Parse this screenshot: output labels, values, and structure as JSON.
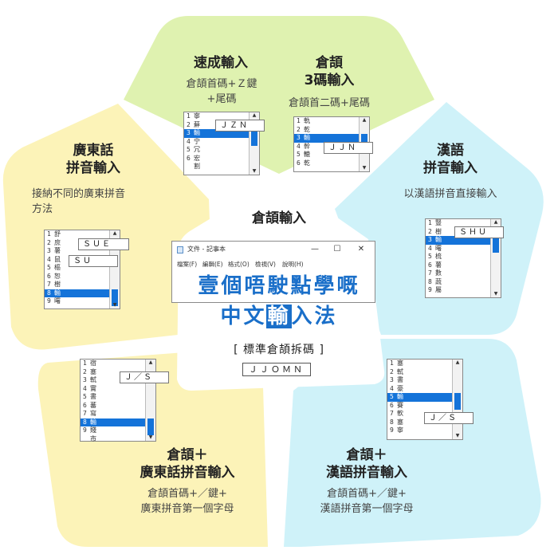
{
  "colors": {
    "green": "#dff2b0",
    "blue": "#cff2f9",
    "yellow": "#fcf3b8",
    "center_bg": "#ffffff",
    "accent": "#1a6fc9",
    "selection": "#1473d9"
  },
  "panels": {
    "quick": {
      "title_lines": [
        "速成輸入"
      ],
      "desc_lines": [
        "倉頡首碼+Ｚ鍵",
        "+尾碼"
      ],
      "list": {
        "nums": [
          "1",
          "2",
          "3",
          "4",
          "5",
          "6"
        ],
        "chars": [
          "寧",
          "蘚",
          "輸",
          "宁",
          "冗",
          "宏",
          "割"
        ],
        "selected_index": 2
      },
      "composition": "ＪＺＮ"
    },
    "cangjie3": {
      "title_lines": [
        "倉頡",
        "3碼輸入"
      ],
      "desc_lines": [
        "倉頡首二碼+尾碼"
      ],
      "list": {
        "nums": [
          "1",
          "2",
          "3",
          "4",
          "5",
          "6"
        ],
        "chars": [
          "軌",
          "乾",
          "輸",
          "幹",
          "轆",
          "乾"
        ],
        "selected_index": 2
      },
      "composition": "ＪＪＮ"
    },
    "cantonese": {
      "title_lines": [
        "廣東話",
        "拼音輸入"
      ],
      "desc_lines": [
        "接納不同的廣東拼音",
        "方法"
      ],
      "list": {
        "nums": [
          "1",
          "2",
          "3",
          "4",
          "5",
          "6",
          "7",
          "8",
          "9"
        ],
        "chars": [
          "舒",
          "庶",
          "薯",
          "鼠",
          "樞",
          "恕",
          "樹",
          "輸",
          "曙"
        ],
        "selected_index": 7
      },
      "composition_top": "ＳＵＥ",
      "composition_bottom": "ＳＵ"
    },
    "mandarin": {
      "title_lines": [
        "漢語",
        "拼音輸入"
      ],
      "desc_lines": [
        "以漢語拼音直接輸入"
      ],
      "list": {
        "nums": [
          "1",
          "2",
          "3",
          "4",
          "5",
          "6",
          "7",
          "8",
          "9"
        ],
        "chars": [
          "豎",
          "樹",
          "輸",
          "曙",
          "梳",
          "薯",
          "數",
          "蔬",
          "屬"
        ],
        "selected_index": 2
      },
      "composition": "ＳＨＵ"
    },
    "center": {
      "title": "倉頡輸入",
      "window_title": "文件 - 記事本",
      "menu": [
        "檔案(F)",
        "編輯(E)",
        "格式(O)",
        "檢視(V)",
        "說明(H)"
      ],
      "line1": "壹個唔駛點學嘅",
      "line2_pre": "中文",
      "line2_hl": "輸",
      "line2_post": "入法",
      "bracket": "[ 標準倉頡拆碼 ]",
      "code": "ＪＪＯＭＮ",
      "win_min": "—",
      "win_max": "☐",
      "win_close": "✕"
    },
    "cj_cantonese": {
      "title_lines": [
        "倉頡＋",
        "廣東話拼音輸入"
      ],
      "desc_lines": [
        "倉頡首碼+／鍵+",
        "廣東拼音第一個字母"
      ],
      "list": {
        "nums": [
          "1",
          "2",
          "3",
          "4",
          "5",
          "6",
          "7",
          "8",
          "9"
        ],
        "chars": [
          "宿",
          "塞",
          "軾",
          "實",
          "書",
          "蕃",
          "寫",
          "輸",
          "賤",
          "市"
        ],
        "selected_index": 7
      },
      "composition": "Ｊ／Ｓ"
    },
    "cj_mandarin": {
      "title_lines": [
        "倉頡＋",
        "漢語拼音輸入"
      ],
      "desc_lines": [
        "倉頡首碼+／鍵+",
        "漢語拼音第一個字母"
      ],
      "list": {
        "nums": [
          "1",
          "2",
          "3",
          "4",
          "5",
          "6",
          "7",
          "8",
          "9"
        ],
        "chars": [
          "塞",
          "軾",
          "書",
          "豪",
          "輸",
          "賽",
          "軟",
          "塞",
          "寧"
        ],
        "selected_index": 4
      },
      "composition": "Ｊ／Ｓ"
    }
  }
}
